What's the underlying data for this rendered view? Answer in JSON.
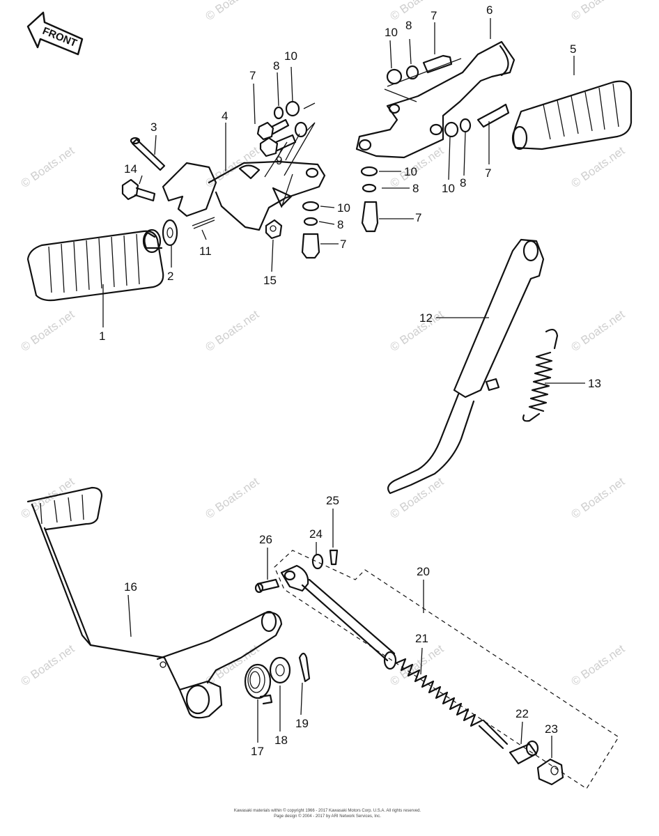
{
  "watermark": "© Boats.net",
  "front_label": "FRONT",
  "callouts": [
    "1",
    "2",
    "3",
    "4",
    "5",
    "6",
    "7",
    "7",
    "7",
    "7",
    "7",
    "8",
    "8",
    "8",
    "8",
    "9",
    "10",
    "10",
    "10",
    "10",
    "10",
    "11",
    "12",
    "13",
    "14",
    "15",
    "16",
    "17",
    "18",
    "19",
    "20",
    "21",
    "22",
    "23",
    "24",
    "25",
    "26"
  ],
  "copyright_line1": "Kawasaki materials within © copyright 1966 - 2017 Kawasaki Motors Corp. U.S.A. All rights reserved.",
  "copyright_line2": "Page design © 2004 - 2017 by ARI Network Services, Inc."
}
